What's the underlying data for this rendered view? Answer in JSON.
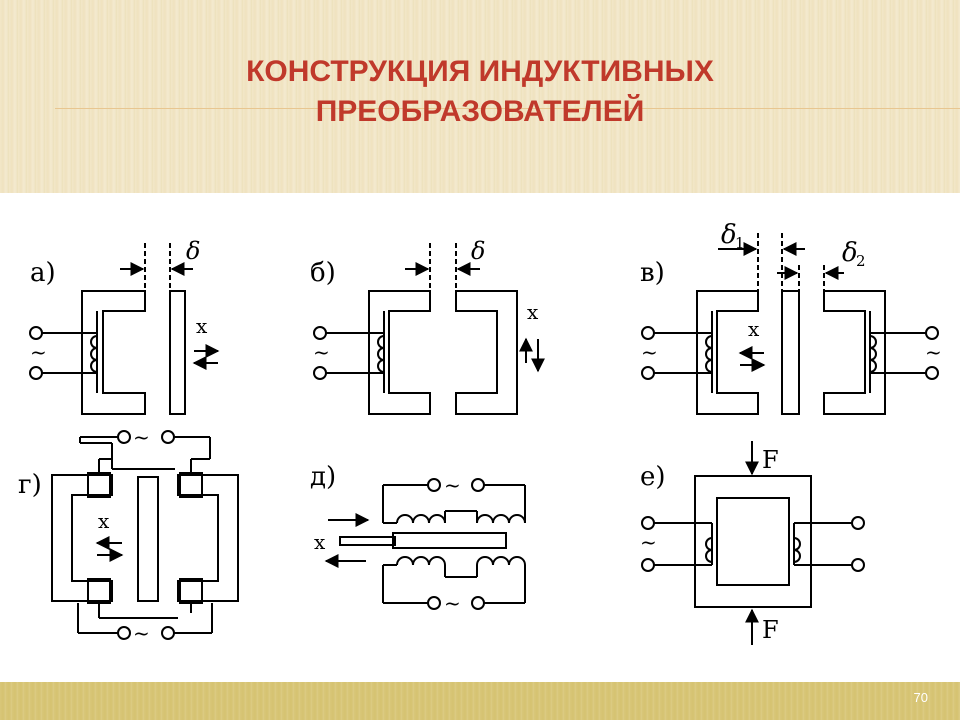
{
  "title": {
    "line1": "КОНСТРУКЦИЯ ИНДУКТИВНЫХ",
    "line2": "ПРЕОБРАЗОВАТЕЛЕЙ"
  },
  "panels": {
    "a": {
      "label": "а)",
      "gap": "δ",
      "motion": "x"
    },
    "b": {
      "label": "б)",
      "gap": "δ",
      "motion": "x"
    },
    "v": {
      "label": "в)",
      "gap1": "δ",
      "gap1_sub": "1",
      "gap2": "δ",
      "gap2_sub": "2",
      "motion": "x"
    },
    "g": {
      "label": "г)",
      "motion": "x",
      "source": "~"
    },
    "d": {
      "label": "д)",
      "motion": "x",
      "source": "~"
    },
    "e": {
      "label": "е)",
      "force_top": "F",
      "force_bottom": "F"
    }
  },
  "ac_symbol": "~",
  "page_number": "70"
}
